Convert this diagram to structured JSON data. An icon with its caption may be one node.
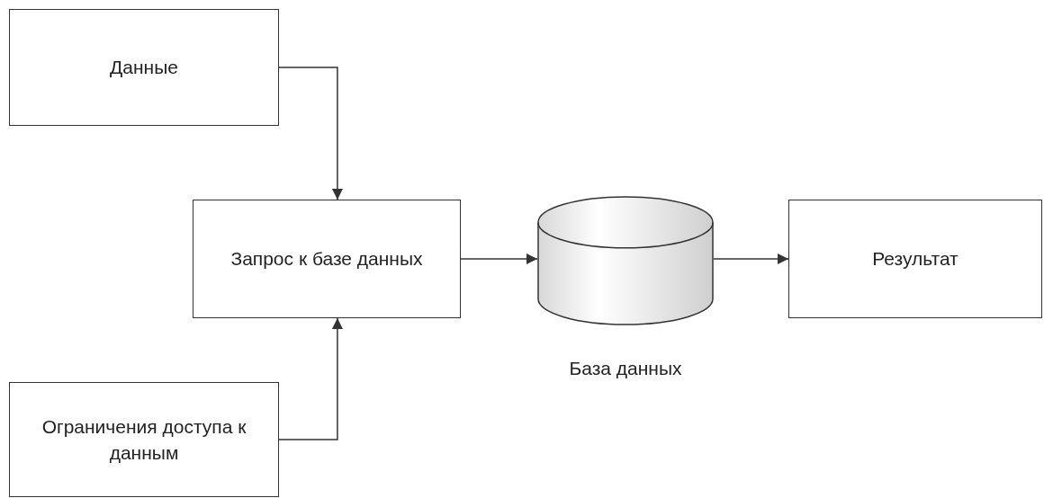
{
  "diagram": {
    "nodes": [
      {
        "text": [
          "Данные"
        ]
      },
      {
        "text": [
          "Запрос к базе данных"
        ]
      },
      {
        "text": [],
        "shape": "cylinder",
        "beside": [
          "База данных"
        ]
      },
      {
        "text": [
          "Результат"
        ]
      },
      {
        "text": [
          "Ограничения доступа к данным"
        ]
      }
    ],
    "edges": [
      {
        "from": 0,
        "to": 1,
        "arrow": "to"
      },
      {
        "from": 4,
        "to": 1,
        "arrow": "to"
      },
      {
        "from": 1,
        "to": 2,
        "arrow": "to"
      },
      {
        "from": 2,
        "to": 3,
        "arrow": "to"
      }
    ]
  }
}
